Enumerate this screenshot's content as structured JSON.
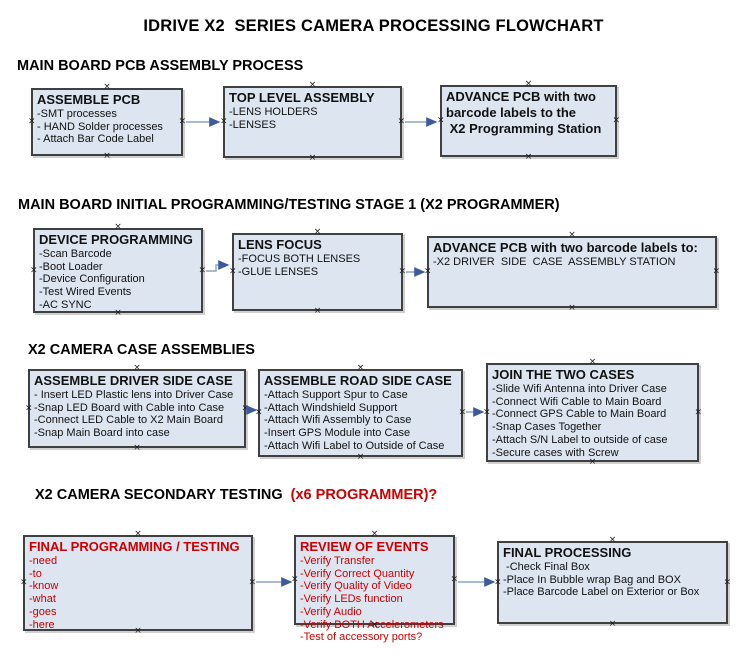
{
  "page_title": "IDRIVE X2  SERIES CAMERA PROCESSING FLOWCHART",
  "icons": {
    "connection_handle": "×",
    "arrow": "right-arrowhead"
  },
  "colors": {
    "box_fill": "#dde5f1",
    "box_border": "#404040",
    "red_text": "#cc0000",
    "black_text": "#111111",
    "arrow_line": "#8ba3c7",
    "arrow_head": "#3c5a9c"
  },
  "sections": [
    {
      "heading": "MAIN BOARD PCB ASSEMBLY PROCESS",
      "heading_red": "",
      "boxes": [
        {
          "title": "ASSEMBLE PCB",
          "lines": [
            "-SMT processes",
            "- HAND Solder processes",
            "- Attach Bar Code Label"
          ]
        },
        {
          "title": "TOP LEVEL ASSEMBLY",
          "lines": [
            "-LENS HOLDERS",
            "-LENSES"
          ]
        },
        {
          "title": "ADVANCE PCB with two",
          "lines": [
            "barcode labels to the",
            " X2 Programming Station"
          ]
        }
      ]
    },
    {
      "heading": "MAIN BOARD INITIAL PROGRAMMING/TESTING STAGE 1 (X2 PROGRAMMER)",
      "heading_red": "",
      "boxes": [
        {
          "title": "DEVICE PROGRAMMING",
          "lines": [
            "-Scan Barcode",
            "-Boot Loader",
            "-Device Configuration",
            "-Test Wired Events",
            "-AC SYNC"
          ]
        },
        {
          "title": "LENS FOCUS",
          "lines": [
            "-FOCUS BOTH LENSES",
            "-GLUE LENSES"
          ]
        },
        {
          "title": "ADVANCE PCB with two barcode labels to:",
          "lines": [
            "-X2 DRIVER  SIDE  CASE  ASSEMBLY STATION"
          ]
        }
      ]
    },
    {
      "heading": "X2 CAMERA CASE ASSEMBLIES",
      "heading_red": "",
      "boxes": [
        {
          "title": "ASSEMBLE DRIVER SIDE CASE",
          "lines": [
            "- Insert LED Plastic lens into Driver Case",
            "-Snap LED Board with Cable into Case",
            "-Connect LED Cable to X2 Main Board",
            "-Snap Main Board into case"
          ]
        },
        {
          "title": "ASSEMBLE ROAD SIDE CASE",
          "lines": [
            "-Attach Support Spur to Case",
            "-Attach Windshield Support",
            "-Attach Wifi Assembly to Case",
            "-Insert GPS Module into Case",
            "-Attach Wifi Label to Outside of Case"
          ]
        },
        {
          "title": "JOIN THE TWO CASES",
          "lines": [
            "-Slide Wifi Antenna into Driver Case",
            "-Connect Wifi Cable to Main Board",
            "-Connect GPS Cable to Main Board",
            "-Snap Cases Together",
            "-Attach S/N Label to outside of case",
            "-Secure cases with Screw"
          ]
        }
      ]
    },
    {
      "heading": "X2 CAMERA SECONDARY TESTING ",
      "heading_red": " (x6 PROGRAMMER)?",
      "boxes": [
        {
          "title": "FINAL PROGRAMMING / TESTING",
          "lines": [
            "-need",
            "-to",
            "-know",
            "-what",
            "-goes",
            "-here"
          ]
        },
        {
          "title": "REVIEW OF EVENTS",
          "lines": [
            "-Verify Transfer",
            "-Verify Correct Quantity",
            "-Verify Quality of Video",
            "-Verify LEDs function",
            "-Verify Audio",
            "-Verify BOTH Accelerometers",
            "-Test of accessory ports?"
          ]
        },
        {
          "title": "FINAL PROCESSING",
          "lines": [
            " -Check Final Box",
            "-Place In Bubble wrap Bag and BOX",
            "-Place Barcode Label on Exterior or Box"
          ]
        }
      ]
    }
  ]
}
